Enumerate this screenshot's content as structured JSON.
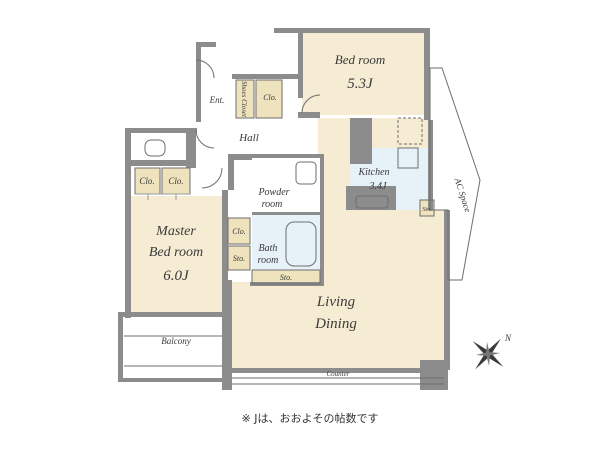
{
  "rooms": {
    "bedroom": {
      "name": "Bed room",
      "size": "5.3J"
    },
    "master": {
      "name_line1": "Master",
      "name_line2": "Bed room",
      "size": "6.0J"
    },
    "ldk": {
      "name_line1": "Living",
      "name_line2": "Dining"
    },
    "kitchen": {
      "name": "Kitchen",
      "size": "3.4J"
    },
    "powder": {
      "name_line1": "Powder",
      "name_line2": "room"
    },
    "bath": {
      "name_line1": "Bath",
      "name_line2": "room"
    },
    "hall": "Hall",
    "entrance": "Ent.",
    "balcony": "Balcony",
    "ac_space": "AC Space",
    "counter": "Counter"
  },
  "storage": {
    "shoes_closet": "Shoes Closet",
    "clo_entry": "Clo.",
    "clo_master_1": "Clo.",
    "clo_master_2": "Clo.",
    "clo_master_3": "Clo.",
    "sto_master": "Sto.",
    "sto_bath": "Sto.",
    "sto_kitchen": "Sto."
  },
  "compass": {
    "label": "N"
  },
  "footnote": "※ Jは、おおよその帖数です",
  "colors": {
    "wall": "#8c8c8c",
    "floor": "#f6ecd3",
    "wet": "#e6f1f8",
    "storage": "#efe3bd",
    "outline": "#6e6e6e"
  }
}
